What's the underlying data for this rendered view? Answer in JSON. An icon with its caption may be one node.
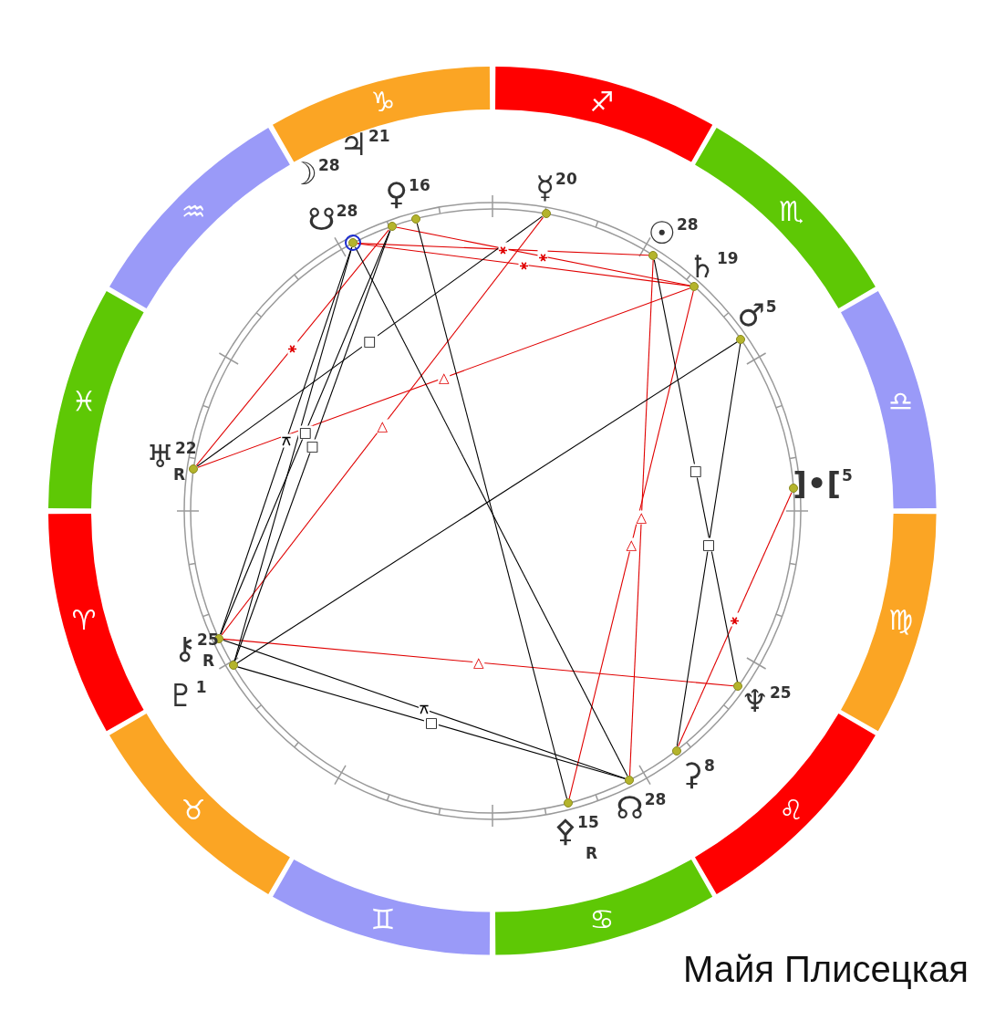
{
  "diagram": {
    "title": "Майя Плисецкая",
    "nodes": [
      {
        "text": [
          "♑"
        ]
      },
      {
        "text": [
          "♐"
        ]
      },
      {
        "text": [
          "♏"
        ]
      },
      {
        "text": [
          "♎"
        ]
      },
      {
        "text": [
          "♍"
        ]
      },
      {
        "text": [
          "♌"
        ]
      },
      {
        "text": [
          "♋"
        ]
      },
      {
        "text": [
          "♊"
        ]
      },
      {
        "text": [
          "♉"
        ]
      },
      {
        "text": [
          "♈"
        ]
      },
      {
        "text": [
          "♓"
        ]
      },
      {
        "text": [
          "♒"
        ]
      },
      {
        "text": [],
        "shape": "circle",
        "beside": [
          "☋$^{28}$"
        ]
      },
      {
        "text": [],
        "shape": "circle"
      },
      {
        "text": [],
        "shape": "circle",
        "beside": [
          "♀$^{16}$"
        ]
      },
      {
        "text": [],
        "shape": "circle",
        "beside": [
          "☿$^{20}$"
        ]
      },
      {
        "text": [],
        "shape": "circle",
        "beside": [
          "☉$^{28}$"
        ]
      },
      {
        "text": [],
        "shape": "circle",
        "beside": [
          "♄$^{19}$"
        ]
      },
      {
        "text": [],
        "shape": "circle",
        "beside": [
          "♂$^{5}$"
        ]
      },
      {
        "text": [],
        "shape": "circle",
        "beside": [
          "]•[$^{5}$"
        ]
      },
      {
        "text": [],
        "shape": "circle",
        "beside": [
          "♆$^{25}$"
        ]
      },
      {
        "text": [],
        "shape": "circle",
        "beside": [
          "⚳$^{8}$"
        ]
      },
      {
        "text": [],
        "shape": "circle",
        "beside": [
          "☊$^{28}$"
        ]
      },
      {
        "text": [],
        "shape": "circle",
        "beside": [
          "⚴$^{15}$",
          "R"
        ]
      },
      {
        "text": [],
        "shape": "circle",
        "beside": [
          "⚷$^{25}$",
          "R"
        ]
      },
      {
        "text": [],
        "shape": "circle",
        "beside": [
          "♇$^{1}$"
        ]
      },
      {
        "text": [],
        "shape": "circle",
        "beside": [
          "♅$^{22}$",
          "R"
        ]
      }
    ],
    "edges": [
      {
        "from": 12,
        "to": 16,
        "arrow": "none",
        "color": "#e00000",
        "label": "⚹"
      },
      {
        "from": 12,
        "to": 17,
        "arrow": "none",
        "color": "#e00000",
        "label": "⚹"
      },
      {
        "from": 13,
        "to": 17,
        "arrow": "none",
        "color": "#e00000",
        "label": "⚹"
      },
      {
        "from": 13,
        "to": 26,
        "arrow": "none",
        "color": "#e00000",
        "label": "⚹"
      },
      {
        "from": 17,
        "to": 26,
        "arrow": "none",
        "color": "#e00000",
        "label": "△"
      },
      {
        "from": 15,
        "to": 24,
        "arrow": "none",
        "color": "#e00000",
        "label": "△"
      },
      {
        "from": 16,
        "to": 22,
        "arrow": "none",
        "color": "#e00000",
        "label": "△"
      },
      {
        "from": 17,
        "to": 23,
        "arrow": "none",
        "color": "#e00000",
        "label": "△"
      },
      {
        "from": 24,
        "to": 20,
        "arrow": "none",
        "color": "#e00000",
        "label": "△"
      },
      {
        "from": 19,
        "to": 21,
        "arrow": "none",
        "color": "#e00000",
        "label": "⚹"
      },
      {
        "from": 15,
        "to": 26,
        "arrow": "none",
        "label": "□"
      },
      {
        "from": 16,
        "to": 20,
        "arrow": "none",
        "label": "□"
      },
      {
        "from": 18,
        "to": 21,
        "arrow": "none",
        "label": "□"
      },
      {
        "from": 18,
        "to": 25,
        "arrow": "none"
      },
      {
        "from": 12,
        "to": 22,
        "arrow": "none"
      },
      {
        "from": 14,
        "to": 23,
        "arrow": "none"
      },
      {
        "from": 12,
        "to": 24,
        "arrow": "none",
        "label": "⚻"
      },
      {
        "from": 12,
        "to": 25,
        "arrow": "none"
      },
      {
        "from": 13,
        "to": 24,
        "arrow": "none",
        "label": "□"
      },
      {
        "from": 13,
        "to": 25,
        "arrow": "none",
        "label": "□"
      },
      {
        "from": 25,
        "to": 22,
        "arrow": "none",
        "label": "□"
      },
      {
        "from": 24,
        "to": 22,
        "arrow": "none",
        "label": "⚻"
      }
    ],
    "labels": [
      "☽$^{28}$",
      "♃$^{21}$"
    ]
  }
}
